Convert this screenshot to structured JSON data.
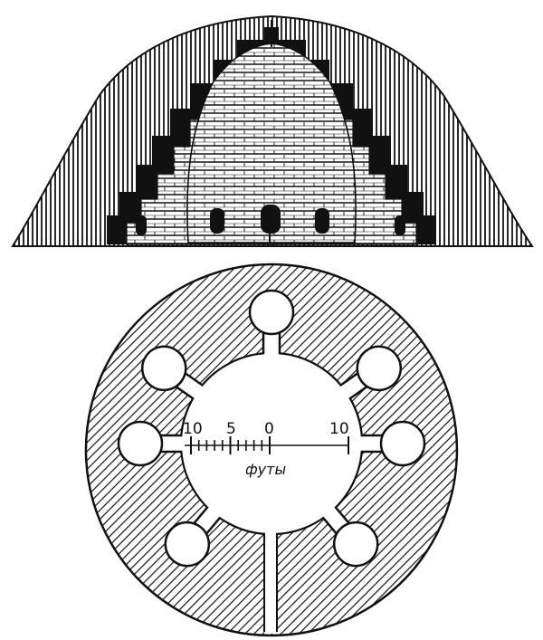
{
  "plan": {
    "scale": {
      "tick_labels": [
        "10",
        "5",
        "0",
        "10"
      ],
      "unit": "футы"
    }
  },
  "colors": {
    "ink": "#111111",
    "paper": "#ffffff"
  }
}
